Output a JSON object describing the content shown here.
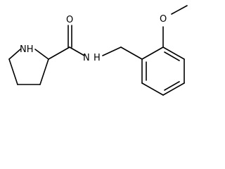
{
  "molecule": {
    "atoms": {
      "pyrrolidine_nh": "NH",
      "carbonyl_o": "O",
      "amide_n": "N",
      "amide_h": "H",
      "ether_o": "O"
    }
  }
}
